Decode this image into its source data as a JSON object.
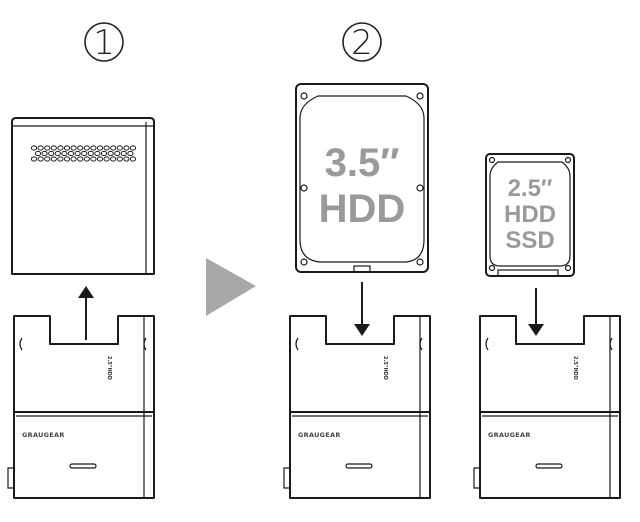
{
  "steps": [
    {
      "number": "1"
    },
    {
      "number": "2"
    }
  ],
  "drives": {
    "hdd35": {
      "line1": "3.5″",
      "line2": "HDD"
    },
    "hdd25": {
      "line1": "2.5″",
      "line2": "HDD",
      "line3": "SSD"
    }
  },
  "dock": {
    "brand": "GRAUGEAR",
    "side_label": "2.5\"HDD"
  },
  "colors": {
    "line": "#1a1a1a",
    "drive_text": "#9a9a9a",
    "arrow_triangle": "#a8a8a8"
  },
  "icons": [
    "arrow-up-icon",
    "arrow-down-icon",
    "play-triangle-icon"
  ]
}
